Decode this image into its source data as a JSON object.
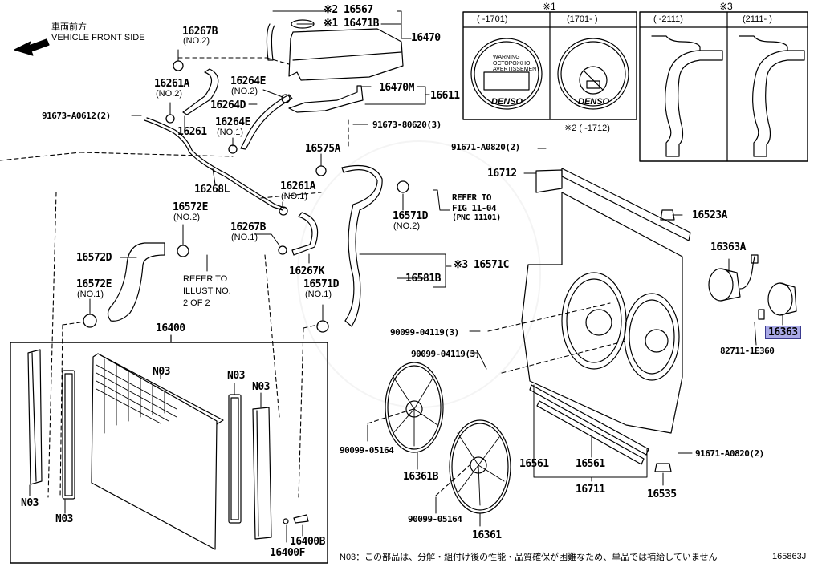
{
  "orientation": {
    "label_jp": "車両前方",
    "label_en": "VEHICLE FRONT SIDE",
    "icon": "arrow-left-icon"
  },
  "insets": {
    "note1": {
      "mark": "※1",
      "columns": [
        {
          "range": "(     -1701)",
          "cap_text": [
            "WARNING",
            "ОСТОРОЖНО",
            "AVERTISSEMENT"
          ],
          "brand": "DENSO"
        },
        {
          "range": "(1701-     )",
          "brand": "DENSO"
        }
      ]
    },
    "note2_range": "※2 (     -1712)",
    "note3": {
      "mark": "※3",
      "columns": [
        {
          "range": "(     -2111)"
        },
        {
          "range": "(2111-     )"
        }
      ]
    }
  },
  "labels": {
    "p16567": "※2 16567",
    "p16471B": "※1 16471B",
    "p16470": "16470",
    "p16470M": "16470M",
    "p16611": "16611",
    "p91673_80620": "91673-80620(3)",
    "p16267B_top": "16267B",
    "p16267B_top_sub": "(NO.2)",
    "p16261A_top": "16261A",
    "p16261A_top_sub": "(NO.2)",
    "p91673_A0612": "91673-A0612(2)",
    "p16264E_no2": "16264E",
    "p16264E_no2_sub": "(NO.2)",
    "p16264D": "16264D",
    "p16264E_no1": "16264E",
    "p16264E_no1_sub": "(NO.1)",
    "p16261": "16261",
    "p16575A": "16575A",
    "p16268L": "16268L",
    "p16261A_no1": "16261A",
    "p16261A_no1_sub": "(NO.1)",
    "p16571D_no2": "16571D",
    "p16571D_no2_sub": "(NO.2)",
    "refer_fig": [
      "REFER TO",
      "FIG 11-04",
      "(PNC 11101)"
    ],
    "p91671_A0820_top": "91671-A0820(2)",
    "p16712": "16712",
    "p16523A": "16523A",
    "p16572E_no2": "16572E",
    "p16572E_no2_sub": "(NO.2)",
    "p16267B_no1": "16267B",
    "p16267B_no1_sub": "(NO.1)",
    "p16572D": "16572D",
    "refer_illust": [
      "REFER TO",
      "ILLUST NO.",
      "2 OF 2"
    ],
    "p16267K": "16267K",
    "p16571D_no1": "16571D",
    "p16571D_no1_sub": "(NO.1)",
    "p16571C": "※3 16571C",
    "p16581B": "16581B",
    "p16572E_no1": "16572E",
    "p16572E_no1_sub": "(NO.1)",
    "p16363A": "16363A",
    "p16363": "16363",
    "p82711_1E360": "82711-1E360",
    "p16400": "16400",
    "p90099_04119_a": "90099-04119(3)",
    "p90099_04119_b": "90099-04119(3)",
    "n03": "N03",
    "p90099_05164_a": "90099-05164",
    "p90099_05164_b": "90099-05164",
    "p16361B": "16361B",
    "p16361": "16361",
    "p16561_a": "16561",
    "p16561_b": "16561",
    "p16711": "16711",
    "p16535": "16535",
    "p91671_A0820_bot": "91671-A0820(2)",
    "p16400B": "16400B",
    "p16400F": "16400F"
  },
  "highlight": {
    "part": "16363",
    "color": "#a9a9e6"
  },
  "footer": {
    "note": "N03：この部品は、分解・組付け後の性能・品質確保が困難なため、単品では補給していません",
    "figure_id": "165863J"
  }
}
